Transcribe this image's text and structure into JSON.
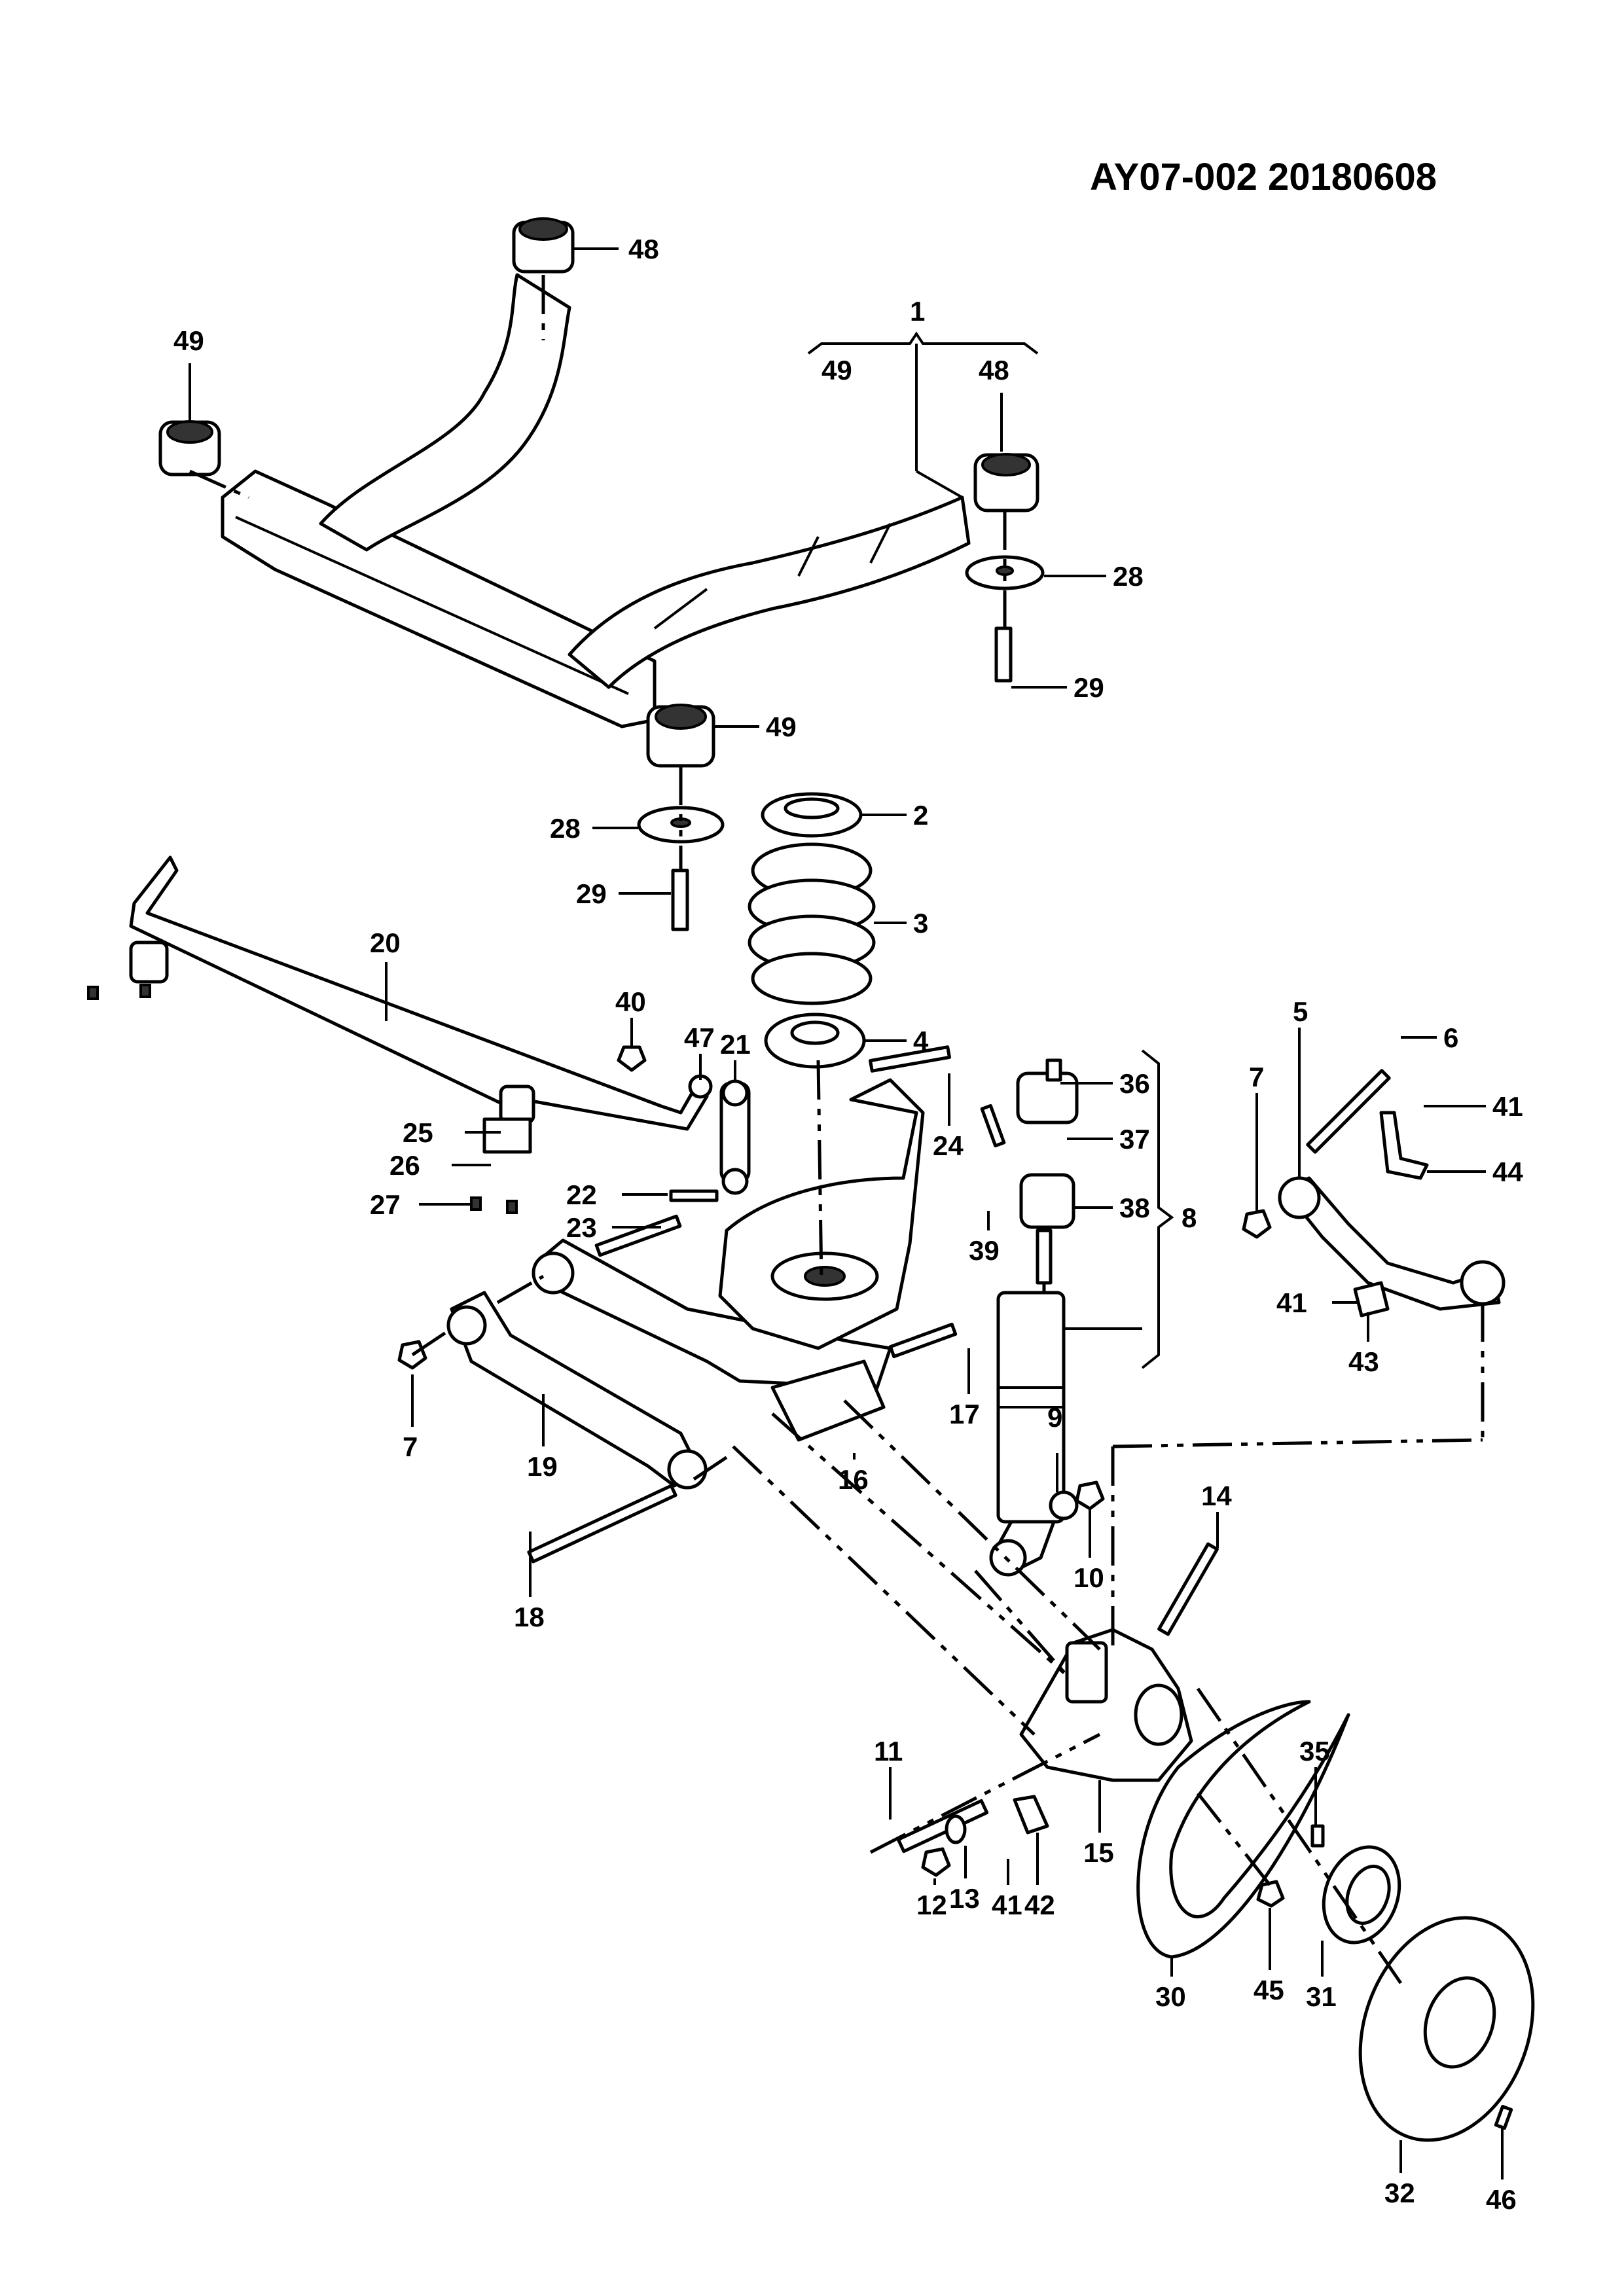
{
  "document_id": "AY07-002 20180608",
  "callouts": [
    {
      "label": "48"
    },
    {
      "label": "49"
    },
    {
      "label": "1"
    },
    {
      "label": "49"
    },
    {
      "label": "48"
    },
    {
      "label": "28"
    },
    {
      "label": "29"
    },
    {
      "label": "49"
    },
    {
      "label": "2"
    },
    {
      "label": "28"
    },
    {
      "label": "3"
    },
    {
      "label": "29"
    },
    {
      "label": "20"
    },
    {
      "label": "4"
    },
    {
      "label": "40"
    },
    {
      "label": "47"
    },
    {
      "label": "21"
    },
    {
      "label": "36"
    },
    {
      "label": "5"
    },
    {
      "label": "6"
    },
    {
      "label": "7"
    },
    {
      "label": "41"
    },
    {
      "label": "25"
    },
    {
      "label": "37"
    },
    {
      "label": "44"
    },
    {
      "label": "26"
    },
    {
      "label": "22"
    },
    {
      "label": "24"
    },
    {
      "label": "23"
    },
    {
      "label": "38"
    },
    {
      "label": "8"
    },
    {
      "label": "27"
    },
    {
      "label": "39"
    },
    {
      "label": "41"
    },
    {
      "label": "43"
    },
    {
      "label": "7"
    },
    {
      "label": "17"
    },
    {
      "label": "9"
    },
    {
      "label": "19"
    },
    {
      "label": "16"
    },
    {
      "label": "14"
    },
    {
      "label": "10"
    },
    {
      "label": "18"
    },
    {
      "label": "11"
    },
    {
      "label": "35"
    },
    {
      "label": "15"
    },
    {
      "label": "12"
    },
    {
      "label": "13"
    },
    {
      "label": "41"
    },
    {
      "label": "42"
    },
    {
      "label": "30"
    },
    {
      "label": "45"
    },
    {
      "label": "31"
    },
    {
      "label": "32"
    },
    {
      "label": "46"
    }
  ],
  "icons": [
    "exploded-parts-drawing"
  ]
}
